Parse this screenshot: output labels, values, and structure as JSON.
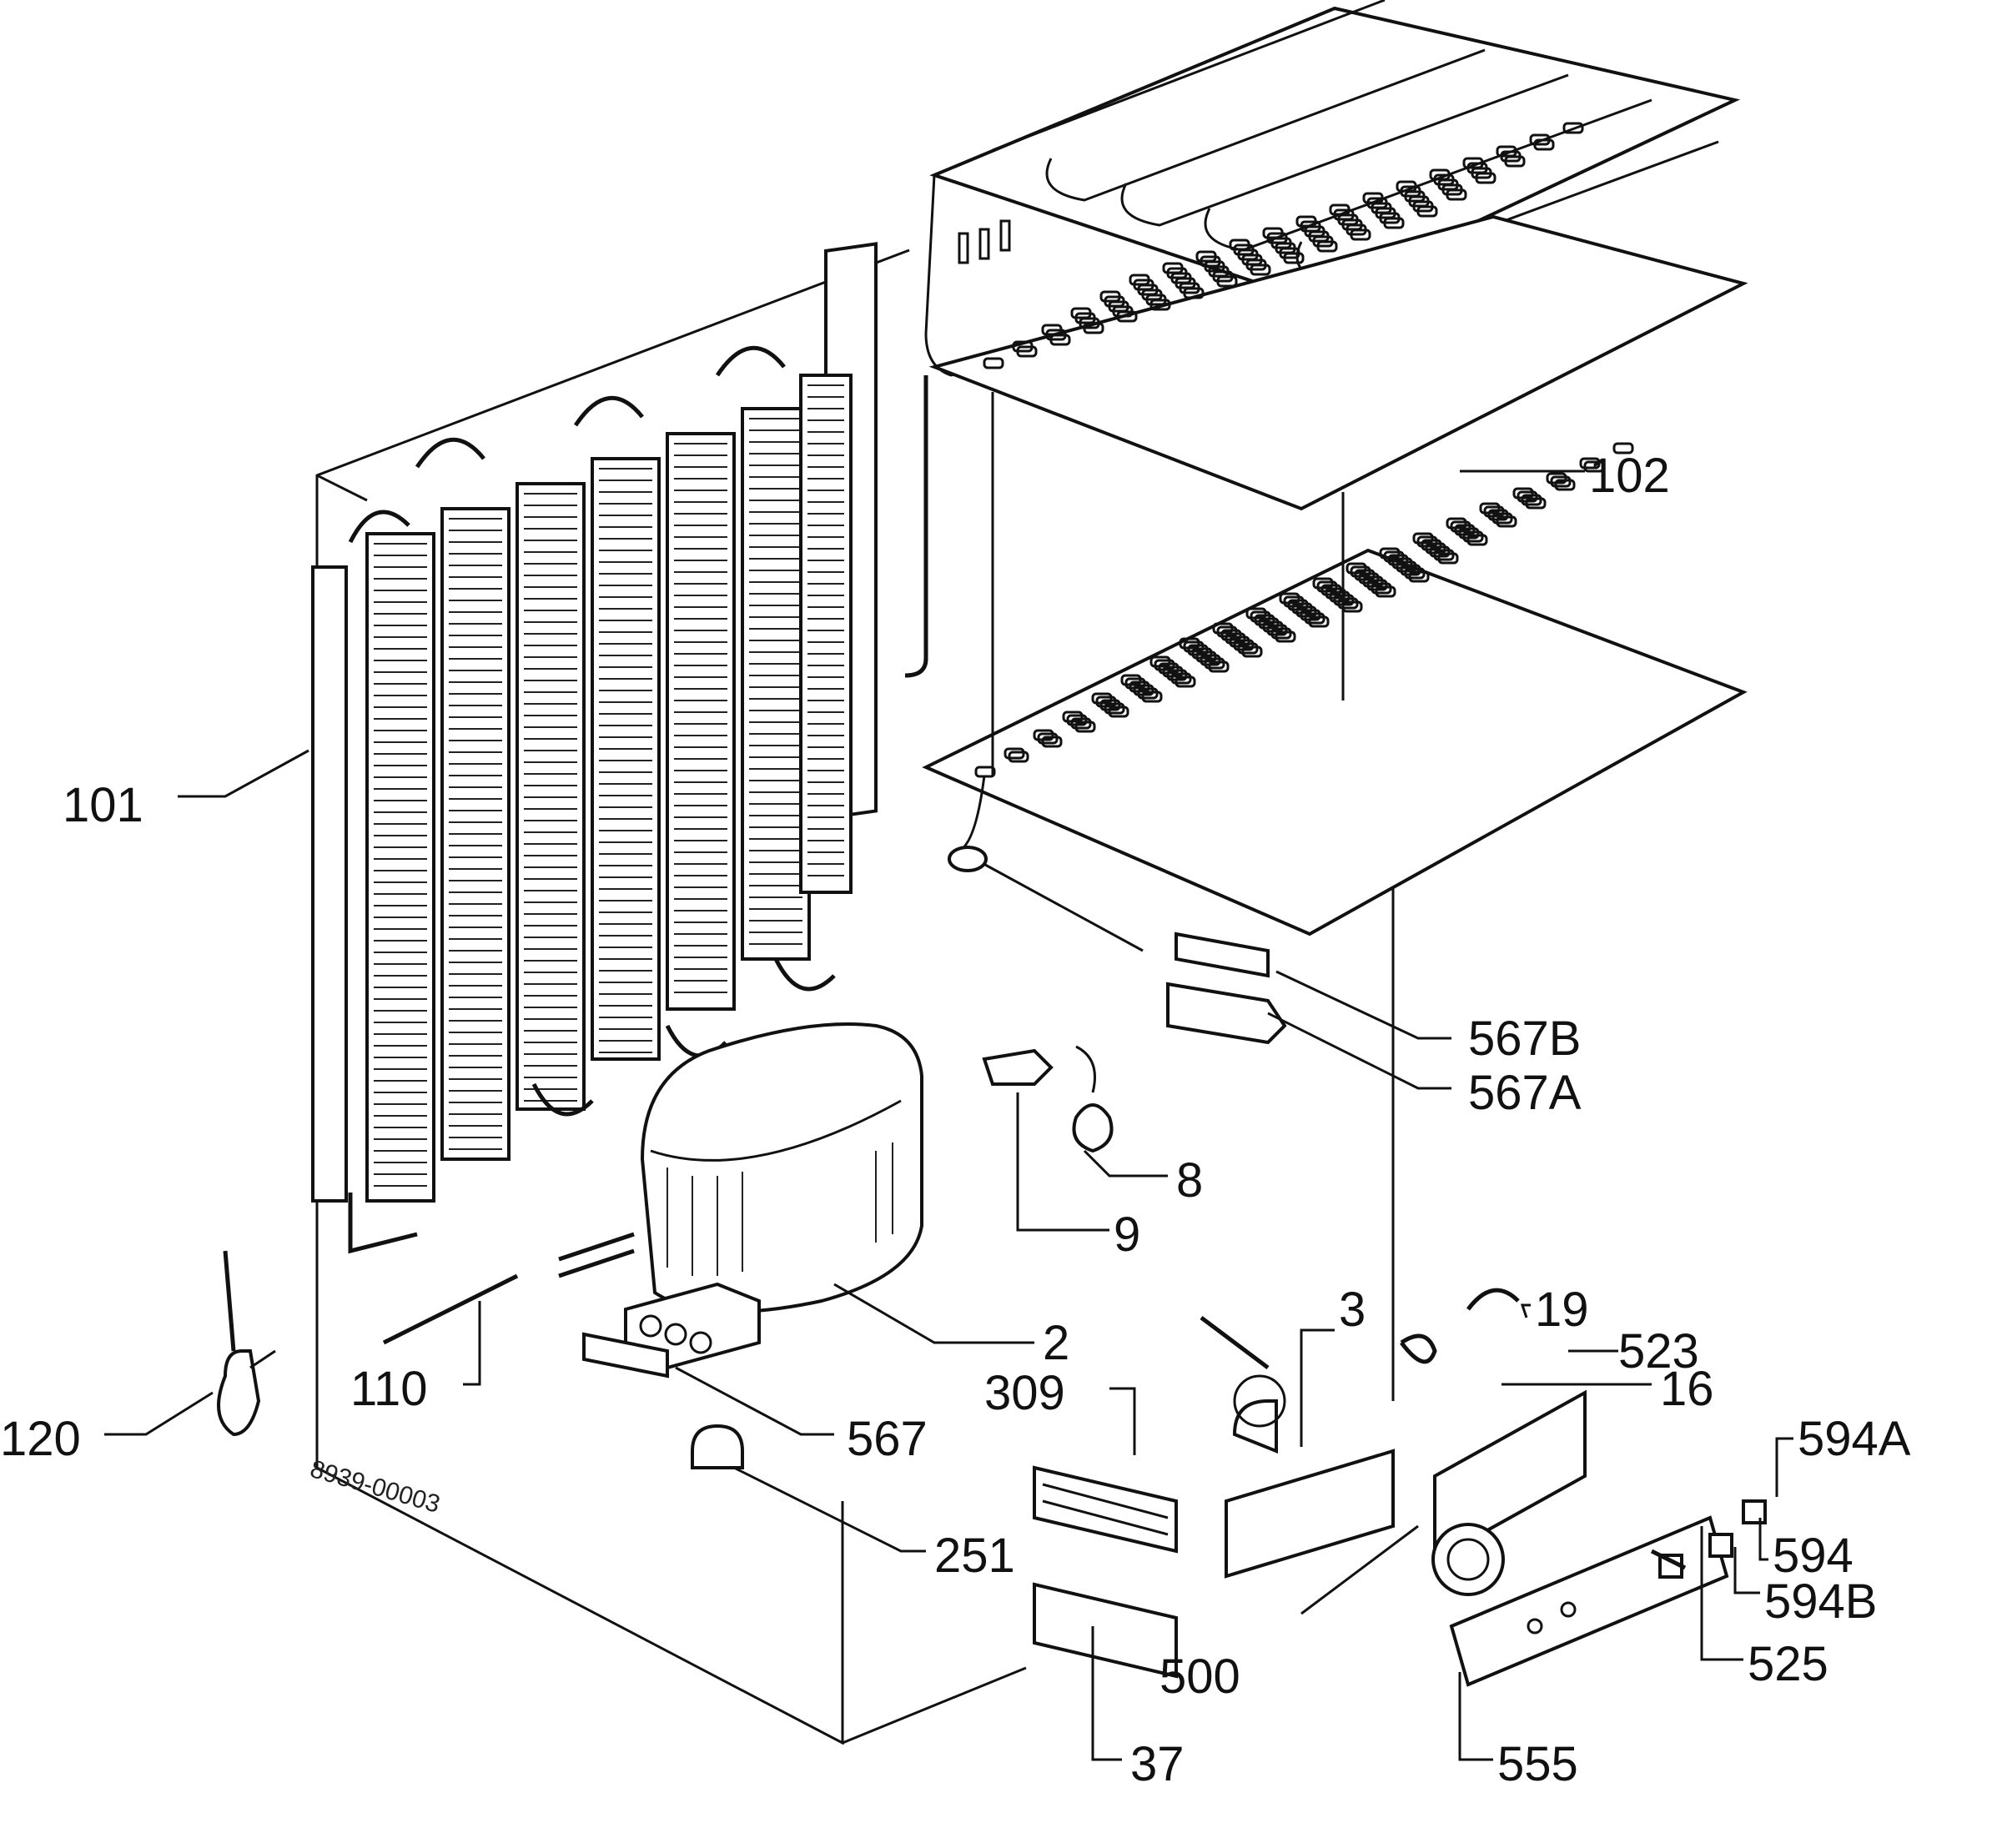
{
  "diagram": {
    "drawing_code": "8939-00003",
    "callouts": {
      "p101": "101",
      "p102": "102",
      "p110": "110",
      "p120": "120",
      "p2": "2",
      "p3": "3",
      "p8": "8",
      "p9": "9",
      "p16": "16",
      "p19": "19",
      "p37": "37",
      "p251": "251",
      "p309": "309",
      "p500": "500",
      "p523": "523",
      "p525": "525",
      "p555": "555",
      "p567": "567",
      "p567a": "567A",
      "p567b": "567B",
      "p594": "594",
      "p594a": "594A",
      "p594b": "594B"
    }
  }
}
